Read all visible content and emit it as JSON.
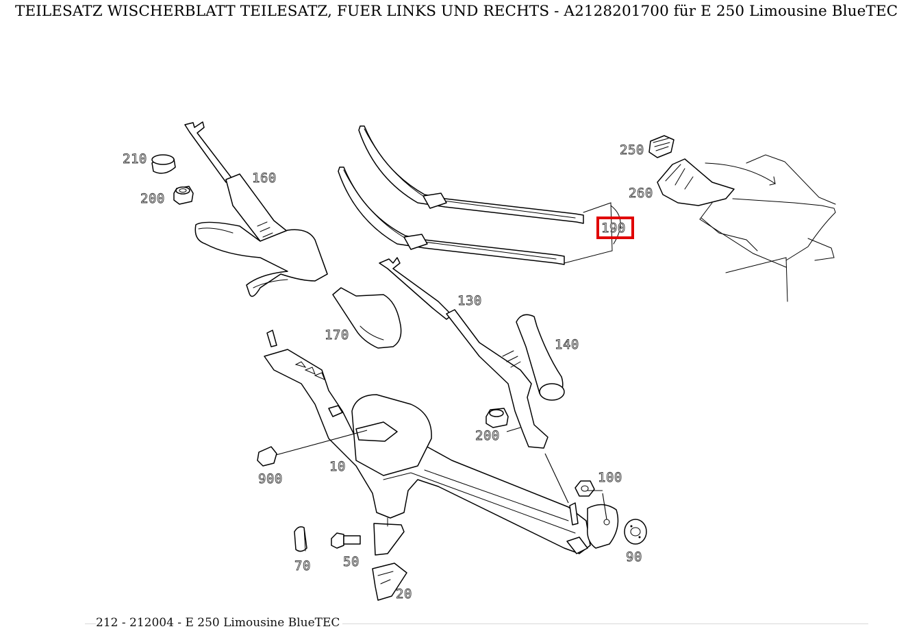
{
  "title": "TEILESATZ WISCHERBLATT TEILESATZ, FUER LINKS UND RECHTS - A2128201700 für E 250 Limousine BlueTEC",
  "highlight": {
    "label": "190",
    "color": "#e00000"
  },
  "callouts": {
    "c210": "210",
    "c200a": "200",
    "c160": "160",
    "c250": "250",
    "c260": "260",
    "c190": "190",
    "c130": "130",
    "c170": "170",
    "c140": "140",
    "c200b": "200",
    "c100": "100",
    "c10": "10",
    "c900": "900",
    "c90": "90",
    "c70": "70",
    "c50": "50",
    "c20": "20"
  },
  "footer": "212 - 212004 - E 250 Limousine BlueTEC"
}
